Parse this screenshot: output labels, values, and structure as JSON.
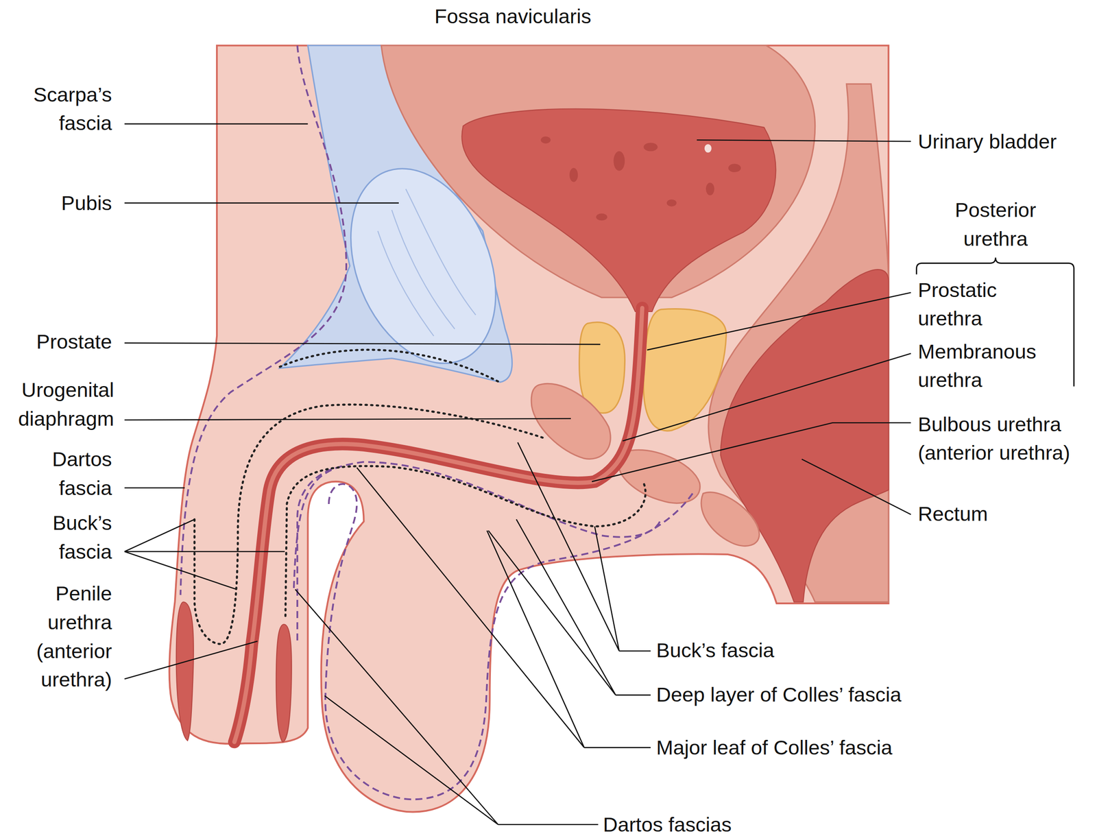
{
  "diagram": {
    "labels": [
      "Fossa navicularis",
      "Scarpa’s fascia",
      "Pubis",
      "Prostate",
      "Urogenital diaphragm",
      "Dartos fascia",
      "Buck’s fascia",
      "Penile urethra (anterior urethra)",
      "Urinary bladder",
      "Posterior urethra",
      "Prostatic urethra",
      "Membranous urethra",
      "Bulbous urethra (anterior urethra)",
      "Rectum",
      "Buck’s fascia",
      "Deep layer of Colles’ fascia",
      "Major leaf of Colles’ fascia",
      "Dartos fascias"
    ]
  }
}
